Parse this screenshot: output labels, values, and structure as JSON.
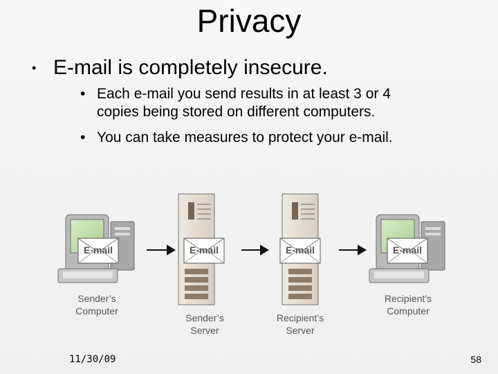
{
  "slide": {
    "title": "Privacy",
    "bullets": [
      {
        "text": "E-mail is completely insecure.",
        "sub": [
          {
            "line1": "Each e-mail you send results in at least 3 or 4",
            "line2": "copies being stored on different computers."
          },
          {
            "line1": "You can take measures to protect your  e-mail."
          }
        ]
      }
    ],
    "bullet_char": "•",
    "footer": {
      "date": "11/30/09",
      "page": "58"
    }
  },
  "diagram": {
    "envelope_label": "E-mail",
    "nodes": [
      {
        "label1": "Sender’s",
        "label2": "Computer"
      },
      {
        "label1": "Sender’s",
        "label2": "Server"
      },
      {
        "label1": "Recipient’s",
        "label2": "Server"
      },
      {
        "label1": "Recipient’s",
        "label2": "Computer"
      }
    ]
  }
}
